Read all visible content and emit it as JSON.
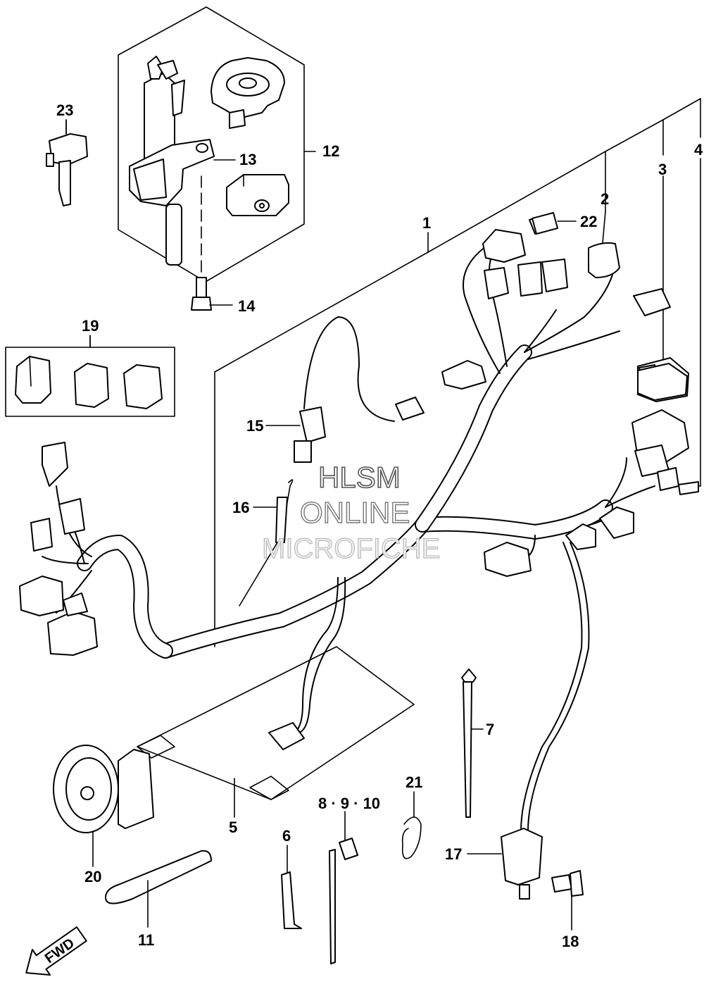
{
  "callouts": {
    "c1": "1",
    "c2": "2",
    "c3": "3",
    "c4": "4",
    "c5": "5",
    "c6": "6",
    "c7": "7",
    "c8_10": "8 · 9 · 10",
    "c11": "11",
    "c12": "12",
    "c13": "13",
    "c14": "14",
    "c15": "15",
    "c16": "16",
    "c17": "17",
    "c18": "18",
    "c19": "19",
    "c20": "20",
    "c21": "21",
    "c22": "22",
    "c23": "23"
  },
  "watermark": {
    "line1": "HLSM",
    "line2": "ONLINE",
    "line3": "MICROFICHE"
  },
  "fwd_label": "FWD"
}
